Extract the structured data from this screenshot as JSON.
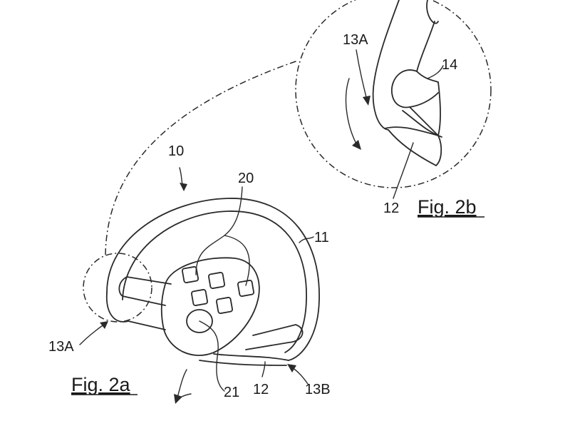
{
  "figures": {
    "fig_2a": "Fig. 2a",
    "fig_2b": "Fig. 2b"
  },
  "reference_numerals": {
    "steering_device": "10",
    "rim": "11",
    "spoke": "12",
    "spoke_2b": "12",
    "zone_left": "13A",
    "zone_left_2b": "13A",
    "zone_right": "13B",
    "sensor": "14",
    "control_unit": "20",
    "center_button": "21"
  }
}
